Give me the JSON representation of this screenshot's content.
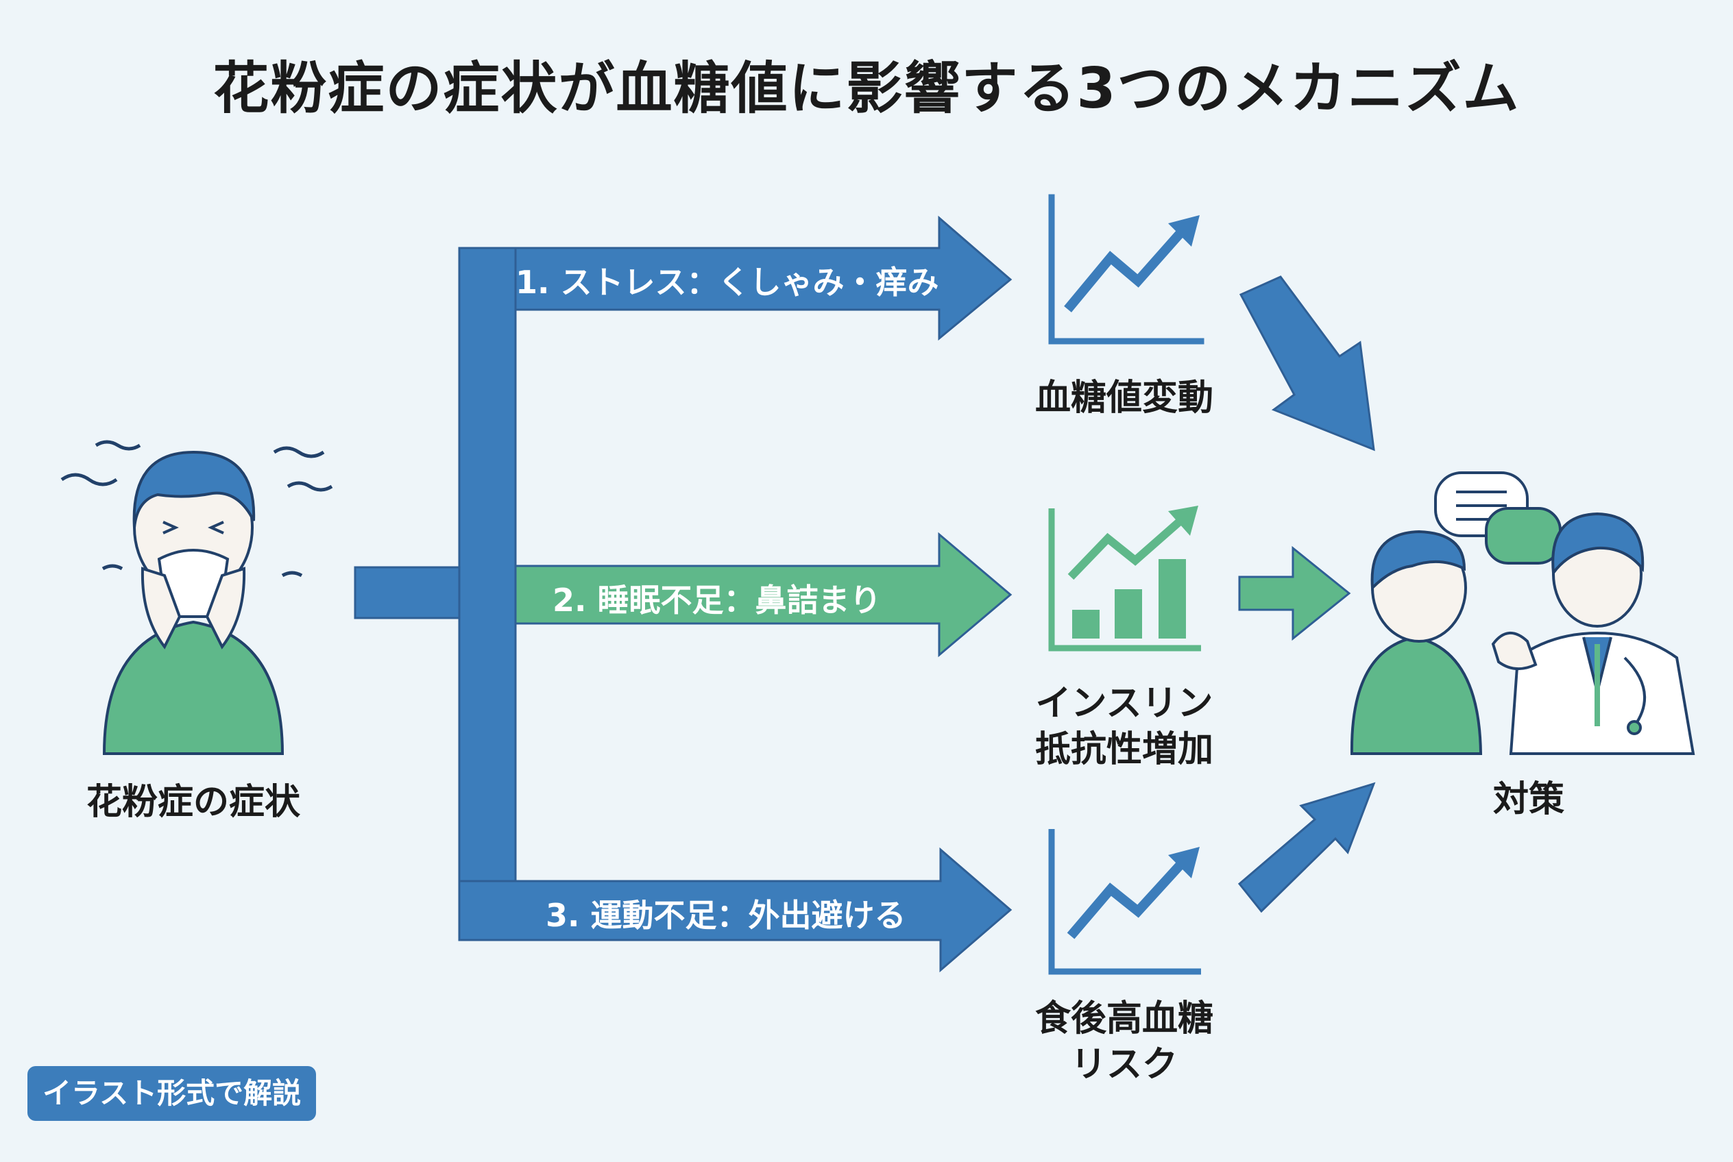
{
  "title": "花粉症の症状が血糖値に影響する3つのメカニズム",
  "source": {
    "label": "花粉症の症状"
  },
  "paths": [
    {
      "label": "1. ストレス：くしゃみ・痒み",
      "outcome_line1": "血糖値変動",
      "outcome_line2": "",
      "color": "#3c7dbb"
    },
    {
      "label": "2. 睡眠不足：鼻詰まり",
      "outcome_line1": "インスリン",
      "outcome_line2": "抵抗性増加",
      "color": "#5fb88a"
    },
    {
      "label": "3. 運動不足：外出避ける",
      "outcome_line1": "食後高血糖",
      "outcome_line2": "リスク",
      "color": "#3c7dbb"
    }
  ],
  "result": {
    "label": "対策"
  },
  "badge": {
    "label": "イラスト形式で解説"
  },
  "colors": {
    "blue": "#3c7dbb",
    "green": "#5fb88a",
    "background": "#eef5f9",
    "outline": "#2f5f95"
  },
  "icons": [
    "sneezing-person-icon",
    "line-chart-up-icon",
    "bar-chart-up-icon",
    "doctor-consultation-icon"
  ]
}
